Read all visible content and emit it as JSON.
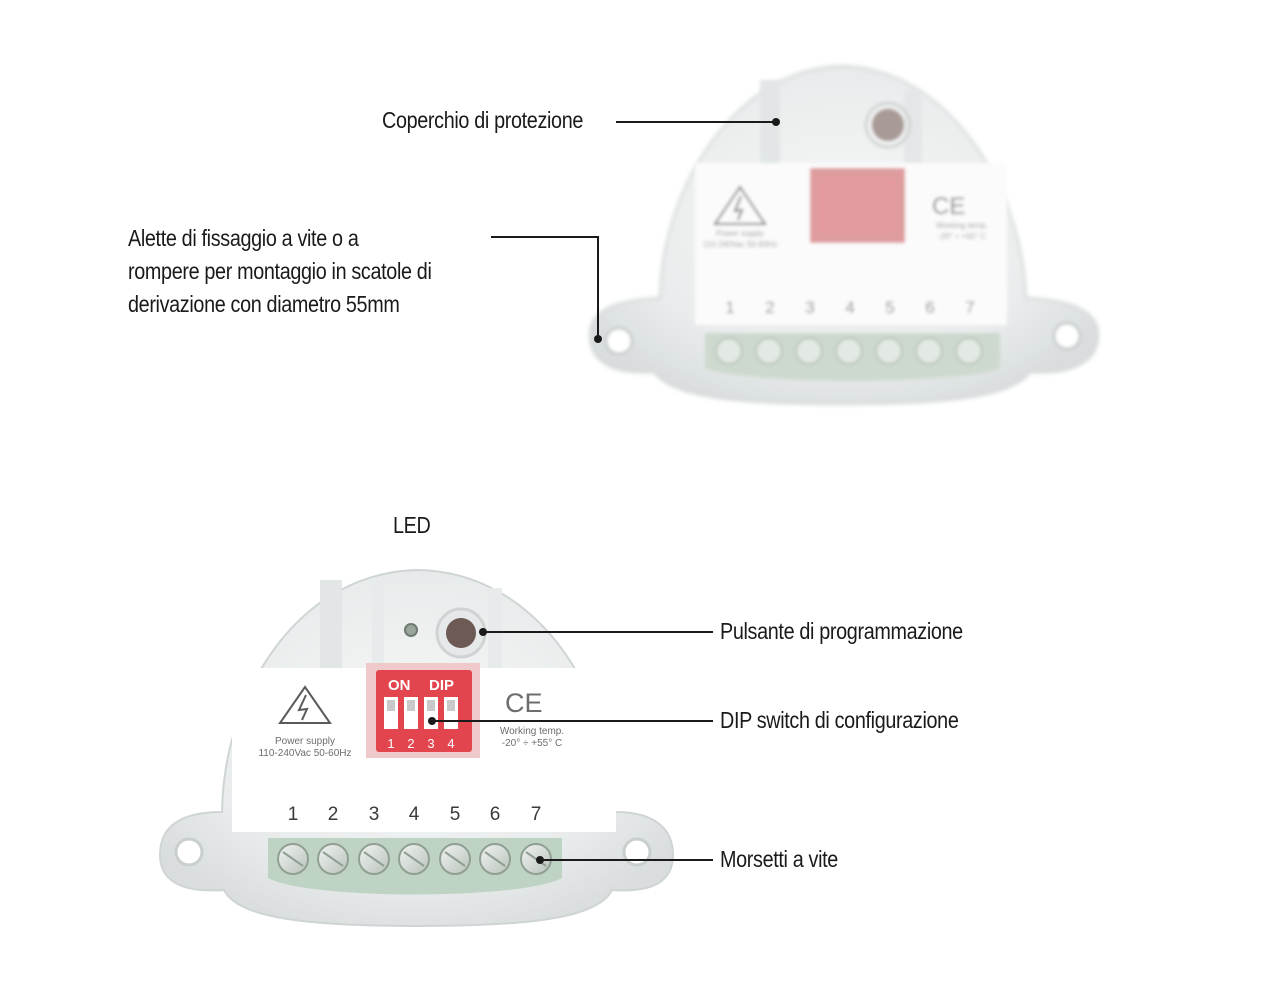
{
  "device_top": {
    "label_cover": "Coperchio di protezione",
    "label_tabs": "Alette di fissaggio a vite o a rompere per montaggio in scatole di derivazione con diametro 55mm",
    "label_tabs_lines": [
      "Alette di fissaggio a vite o a",
      "rompere per montaggio in scatole di",
      "derivazione con diametro 55mm"
    ],
    "power_supply": "Power supply",
    "voltage": "110-240Vac 50-60Hz",
    "working_temp": "Working temp.",
    "temp_range": "-20° ÷ +55° C",
    "ce_mark": "CE",
    "terminal_numbers": [
      "1",
      "2",
      "3",
      "4",
      "5",
      "6",
      "7"
    ]
  },
  "device_bottom": {
    "label_led": "LED",
    "label_button": "Pulsante di programmazione",
    "label_dip": "DIP switch di configurazione",
    "label_terminals": "Morsetti a vite",
    "power_supply": "Power supply",
    "voltage": "110-240Vac 50-60Hz",
    "working_temp": "Working temp.",
    "temp_range": "-20° ÷ +55° C",
    "ce_mark": "CE",
    "dip_on": "ON",
    "dip_dip": "DIP",
    "dip_numbers": [
      "1",
      "2",
      "3",
      "4"
    ],
    "terminal_numbers": [
      "1",
      "2",
      "3",
      "4",
      "5",
      "6",
      "7"
    ]
  },
  "colors": {
    "housing": "#eef0f1",
    "label_white": "#ffffff",
    "terminal_block": "#bfd3c4",
    "dip_red": "#e2454e",
    "leader_line": "#1a1a1a"
  },
  "icons": [
    "warning-triangle-icon",
    "ce-mark-icon"
  ]
}
